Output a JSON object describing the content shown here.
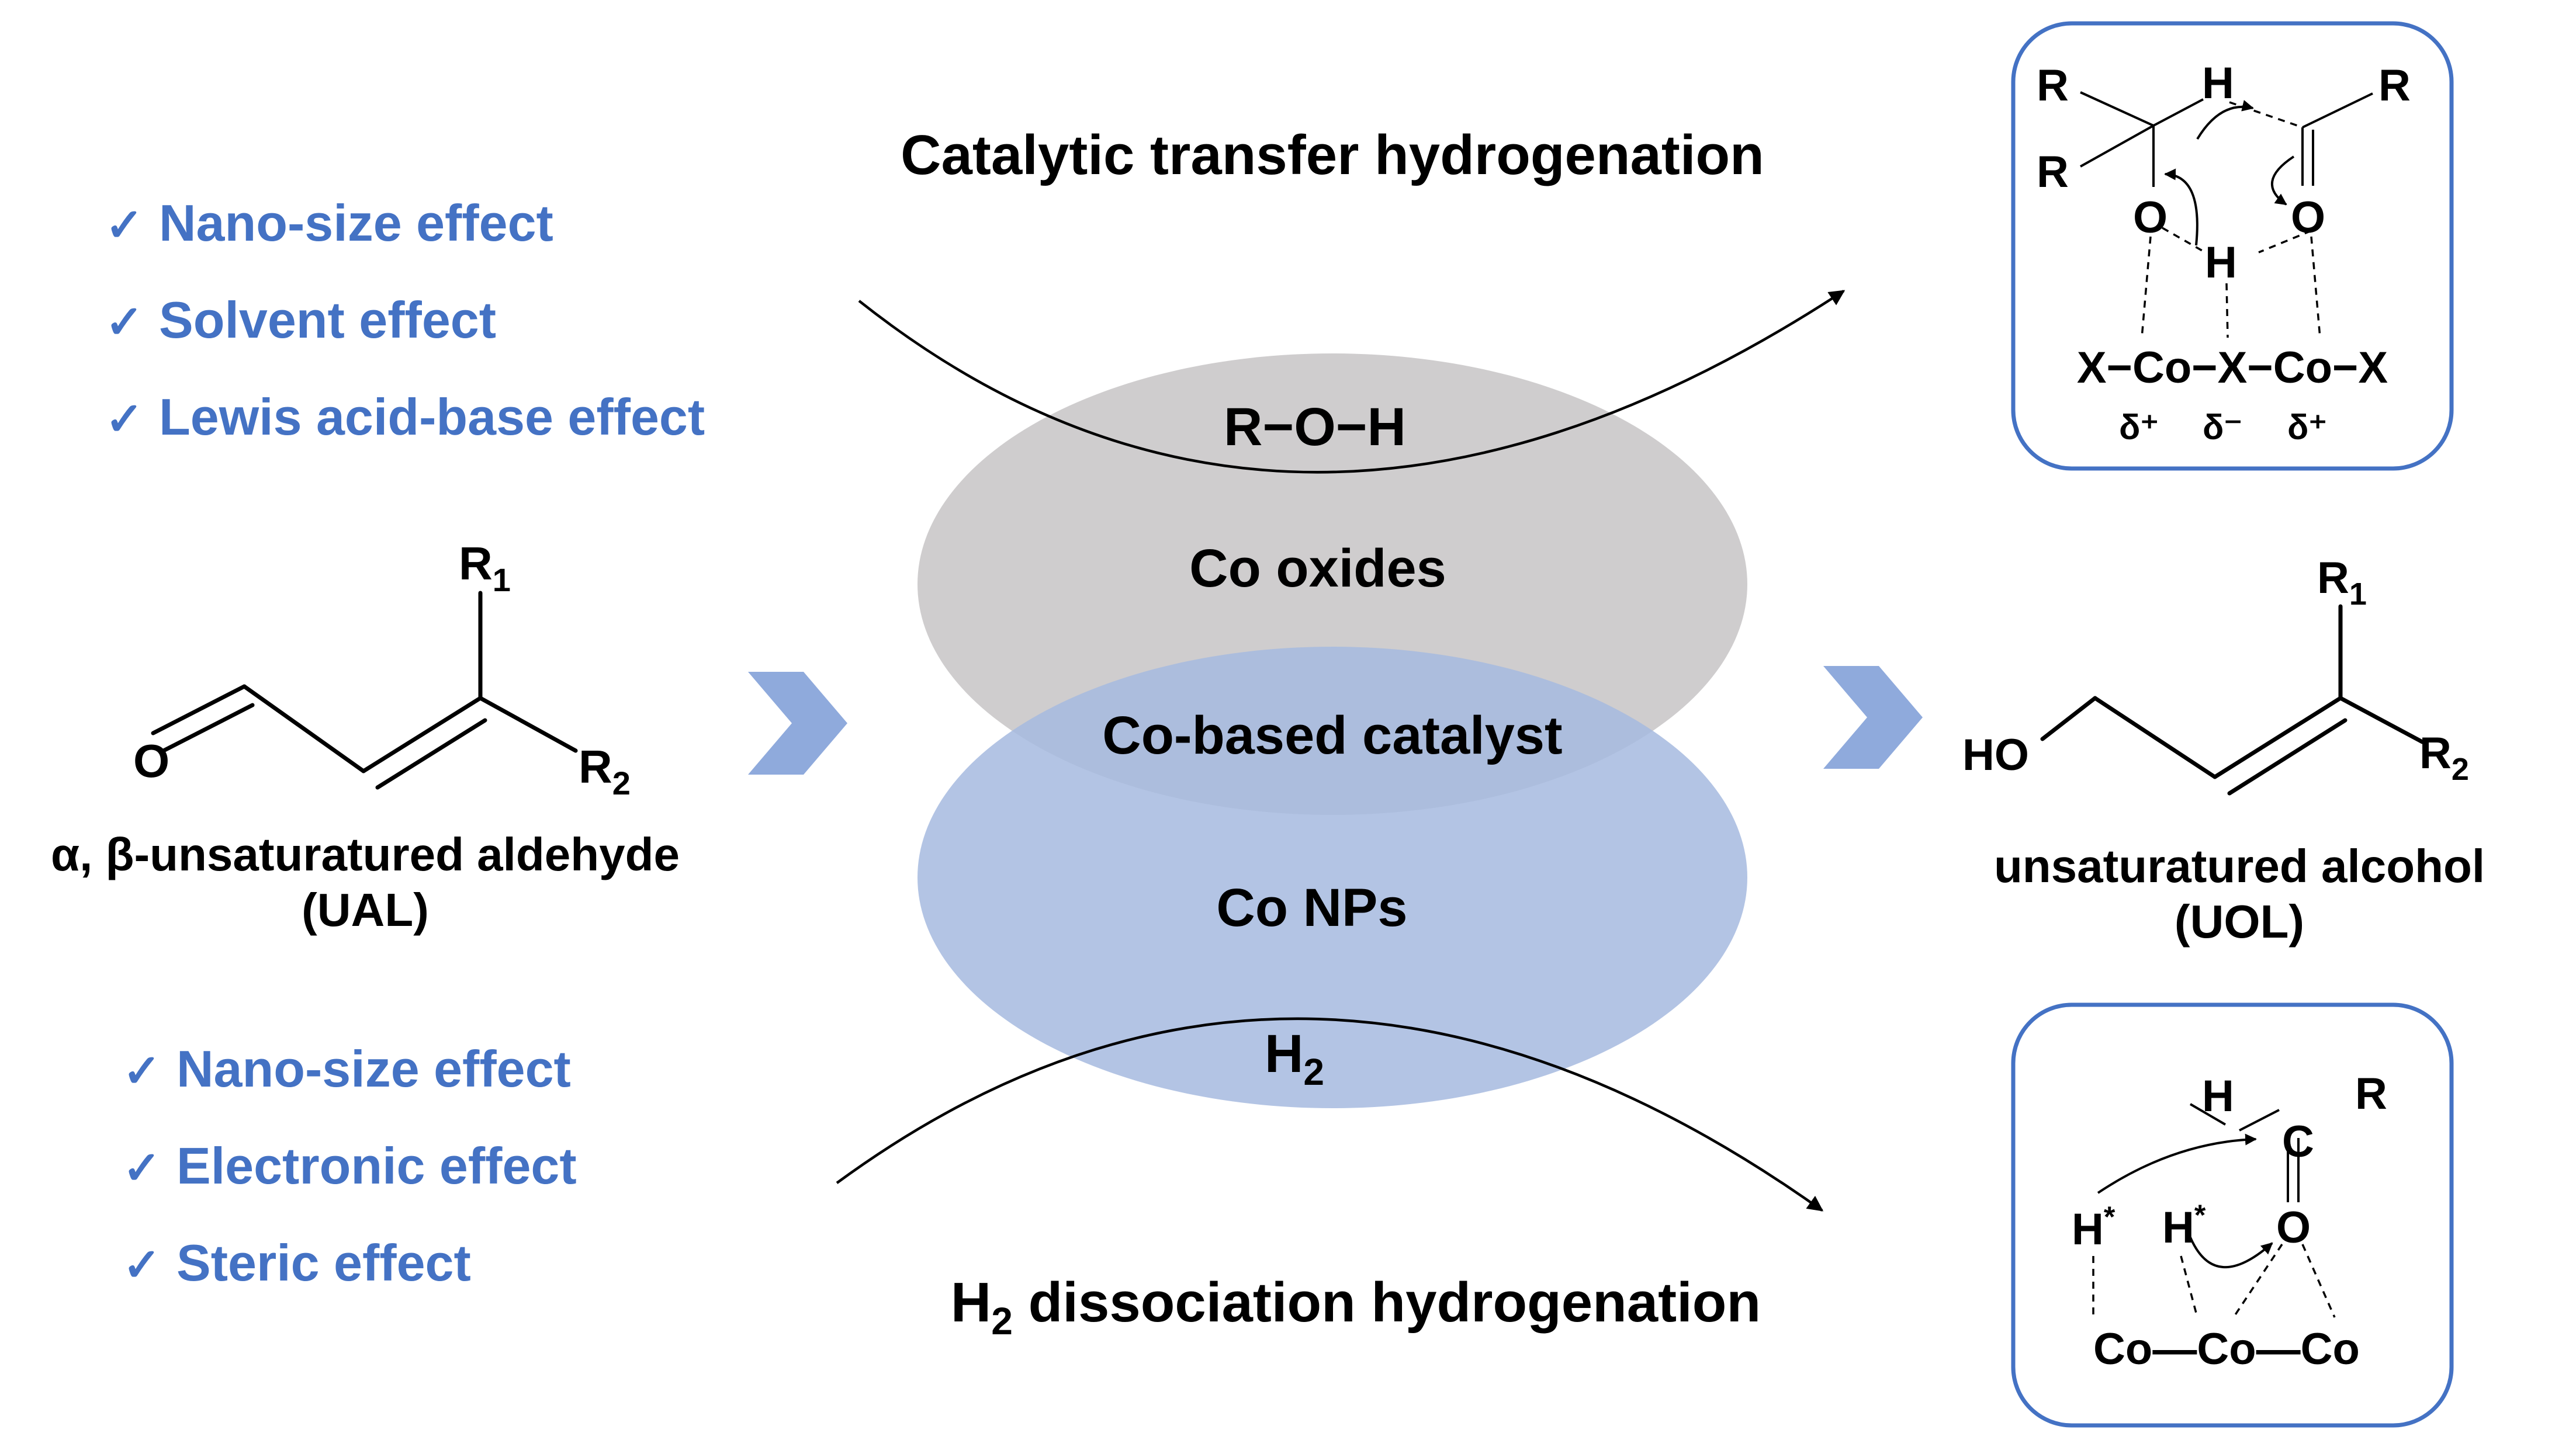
{
  "colors": {
    "accent_blue": "#4472c4",
    "ellipse_grey": "#cfcdce",
    "ellipse_blue": "#a7badf",
    "chevron_blue": "#8faadc",
    "box_border": "#4472c4"
  },
  "top_title": "Catalytic transfer hydrogenation",
  "bottom_title": {
    "h": "H",
    "sub": "2",
    "rest": " dissociation hydrogenation"
  },
  "top_effects": [
    "Nano-size effect",
    "Solvent effect",
    "Lewis acid-base effect"
  ],
  "bottom_effects": [
    "Nano-size effect",
    "Electronic effect",
    "Steric effect"
  ],
  "check_mark": "✓",
  "roh_label": "R−O−H",
  "h2_label": {
    "h": "H",
    "sub": "2"
  },
  "co_oxides": "Co oxides",
  "co_based": "Co-based catalyst",
  "co_nps": "Co NPs",
  "reactant": {
    "name": "α, β-unsaturatured aldehyde",
    "abbr": "(UAL)",
    "o": "O",
    "r1": {
      "r": "R",
      "sub": "1"
    },
    "r2": {
      "r": "R",
      "sub": "2"
    }
  },
  "product": {
    "name": "unsaturatured alcohol",
    "abbr": "(UOL)",
    "ho": "HO",
    "r1": {
      "r": "R",
      "sub": "1"
    },
    "r2": {
      "r": "R",
      "sub": "2"
    }
  },
  "mech_top": {
    "r": "R",
    "h": "H",
    "o": "O",
    "chain": "X−Co−X−Co−X",
    "charges": [
      "δ⁺",
      "δ⁻",
      "δ⁺"
    ]
  },
  "mech_bottom": {
    "h": "H",
    "c": "C",
    "r": "R",
    "o": "O",
    "h_star": "H",
    "star": "*",
    "chain": "Co—Co—Co"
  }
}
